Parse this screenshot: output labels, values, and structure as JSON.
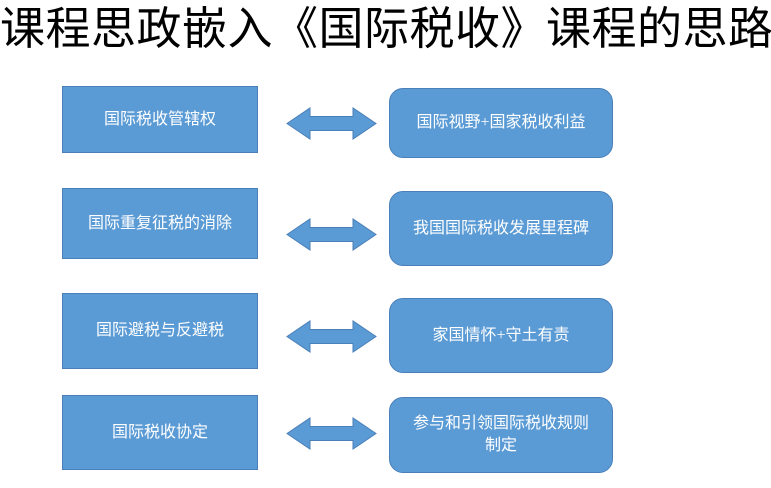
{
  "title": "课程思政嵌入《国际税收》课程的思路",
  "colors": {
    "background": "#ffffff",
    "shape_fill": "#5b9bd5",
    "shape_border": "#4a7fb8",
    "shape_text": "#ffffff",
    "title_text": "#000000"
  },
  "diagram": {
    "rows": [
      {
        "left": "国际税收管辖权",
        "right": "国际视野+国家税收利益",
        "connector": "double-headed-arrow"
      },
      {
        "left": "国际重复征税的消除",
        "right": "我国国际税收发展里程碑",
        "connector": "double-headed-arrow"
      },
      {
        "left": "国际避税与反避税",
        "right": "家国情怀+守土有责",
        "connector": "double-headed-arrow"
      },
      {
        "left": "国际税收协定",
        "right": "参与和引领国际税收规则制定",
        "connector": "double-headed-arrow"
      }
    ]
  }
}
